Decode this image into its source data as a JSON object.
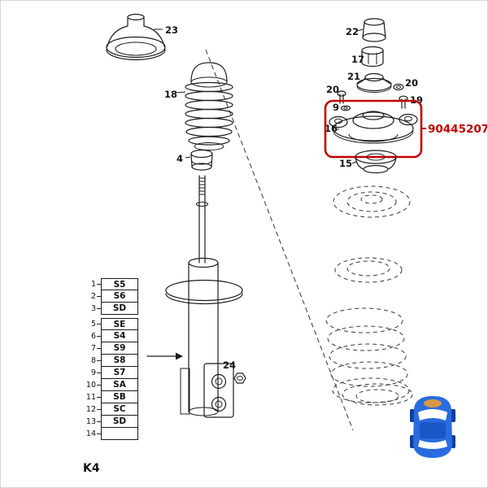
{
  "page_code": "K4",
  "highlighted_part": {
    "number": "90445207",
    "color": "#c40000"
  },
  "callouts": {
    "c23": "23",
    "c18": "18",
    "c4": "4",
    "c24": "24",
    "c22": "22",
    "c17": "17",
    "c21": "21",
    "c20_left": "20",
    "c20_right": "20",
    "c19": "19",
    "c9": "9",
    "c16": "16",
    "c15": "15"
  },
  "table": {
    "group1": [
      {
        "num": "1",
        "code": "S5"
      },
      {
        "num": "2",
        "code": "S6"
      },
      {
        "num": "3",
        "code": "SD"
      }
    ],
    "group2": [
      {
        "num": "5",
        "code": "SE"
      },
      {
        "num": "6",
        "code": "S4"
      },
      {
        "num": "7",
        "code": "S9"
      },
      {
        "num": "8",
        "code": "S8"
      },
      {
        "num": "9",
        "code": "S7"
      },
      {
        "num": "10",
        "code": "SA"
      },
      {
        "num": "11",
        "code": "SB"
      },
      {
        "num": "12",
        "code": "SC"
      },
      {
        "num": "13",
        "code": "SD"
      },
      {
        "num": "14",
        "code": ""
      }
    ]
  }
}
